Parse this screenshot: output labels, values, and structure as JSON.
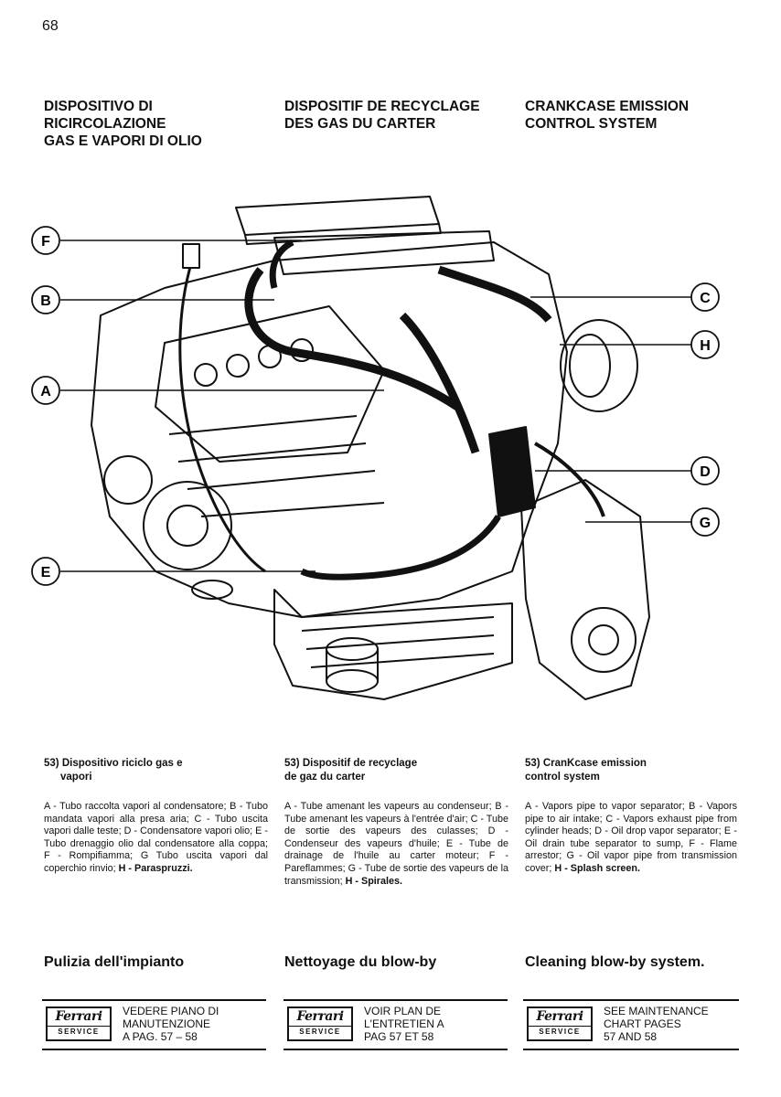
{
  "page_number": "68",
  "headings": {
    "it": [
      "DISPOSITIVO DI",
      "RICIRCOLAZIONE",
      "GAS E VAPORI DI OLIO"
    ],
    "fr": [
      "DISPOSITIF DE RECYCLAGE",
      "DES GAS DU CARTER"
    ],
    "en": [
      "CRANKCASE EMISSION",
      "CONTROL SYSTEM"
    ]
  },
  "callouts": [
    "F",
    "B",
    "A",
    "E",
    "C",
    "H",
    "D",
    "G"
  ],
  "captions": {
    "it": {
      "title": [
        "53) Dispositivo riciclo gas e",
        "vapori"
      ],
      "text": "A - Tubo raccolta vapori al condensatore; B - Tubo mandata vapori alla presa aria; C - Tubo uscita vapori dalle teste; D - Condensatore vapori olio; E - Tubo drenaggio olio dal condensatore alla coppa; F - Rompifiamma; G Tubo uscita vapori dal coperchio rinvio; ",
      "bold": "H - Paraspruzzi."
    },
    "fr": {
      "title": [
        "53) Dispositif de recyclage",
        "de gaz du carter"
      ],
      "text": "A - Tube amenant les vapeurs au condenseur; B - Tube amenant les vapeurs à l'entrée d'air; C - Tube de sortie des vapeurs des culasses; D - Condenseur des vapeurs d'huile; E - Tube de drainage de l'huile au carter moteur; F - Pareflammes; G - Tube de sortie des vapeurs de la transmission; ",
      "bold": "H - Spirales."
    },
    "en": {
      "title": [
        "53) CranKcase emission",
        "control system"
      ],
      "text": "A - Vapors pipe to vapor separator; B - Vapors pipe to air intake; C - Vapors exhaust pipe from cylinder heads; D - Oil drop vapor separator; E - Oil drain tube separator to sump, F - Flame arrestor; G - Oil vapor pipe from transmission cover; ",
      "bold": "H - Splash screen."
    }
  },
  "sections": {
    "it": "Pulizia dell'impianto",
    "fr": "Nettoyage du blow-by",
    "en": "Cleaning blow-by system."
  },
  "service": {
    "brand": "Ferrari",
    "label": "SERVICE",
    "it": [
      "VEDERE PIANO DI",
      "MANUTENZIONE",
      "A PAG. 57 – 58"
    ],
    "fr": [
      "VOIR PLAN DE",
      "L'ENTRETIEN A",
      "PAG 57 ET 58"
    ],
    "en": [
      "SEE MAINTENANCE",
      "CHART PAGES",
      "57 AND 58"
    ]
  }
}
